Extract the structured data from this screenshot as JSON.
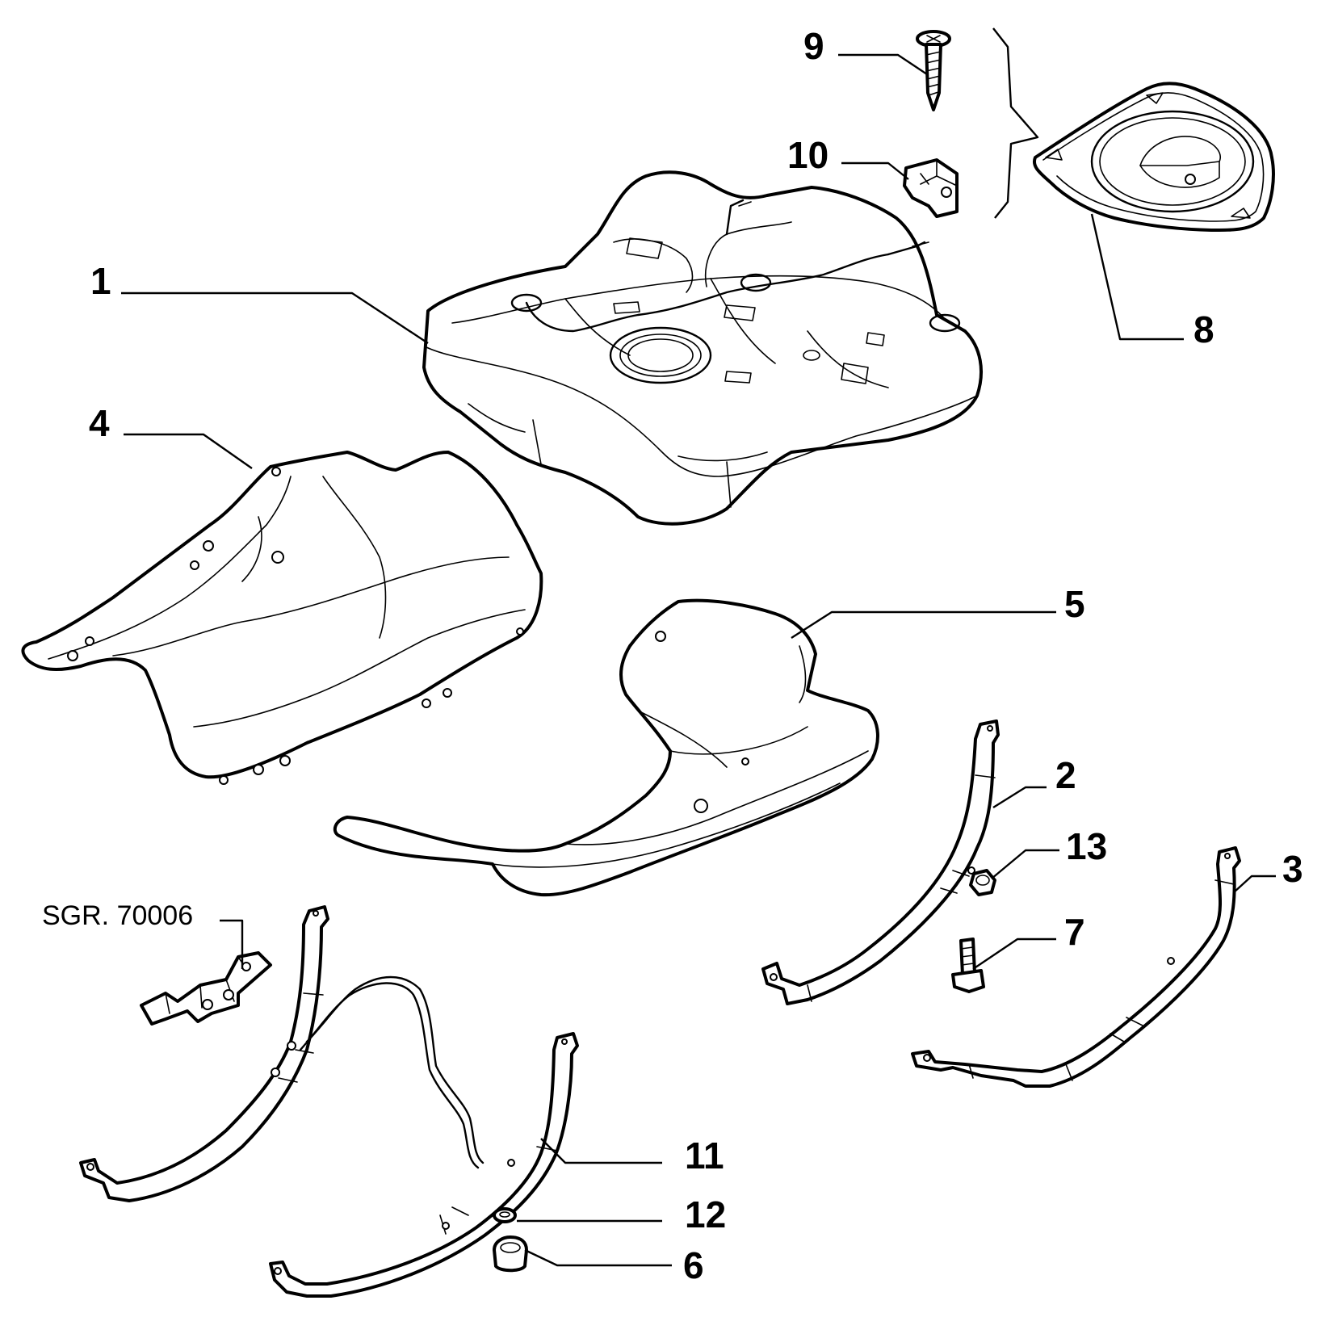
{
  "callouts": {
    "c1": "1",
    "c2": "2",
    "c3": "3",
    "c4": "4",
    "c5": "5",
    "c6": "6",
    "c7": "7",
    "c8": "8",
    "c9": "9",
    "c10": "10",
    "c11": "11",
    "c12": "12",
    "c13": "13"
  },
  "reference": "SGR. 70006"
}
